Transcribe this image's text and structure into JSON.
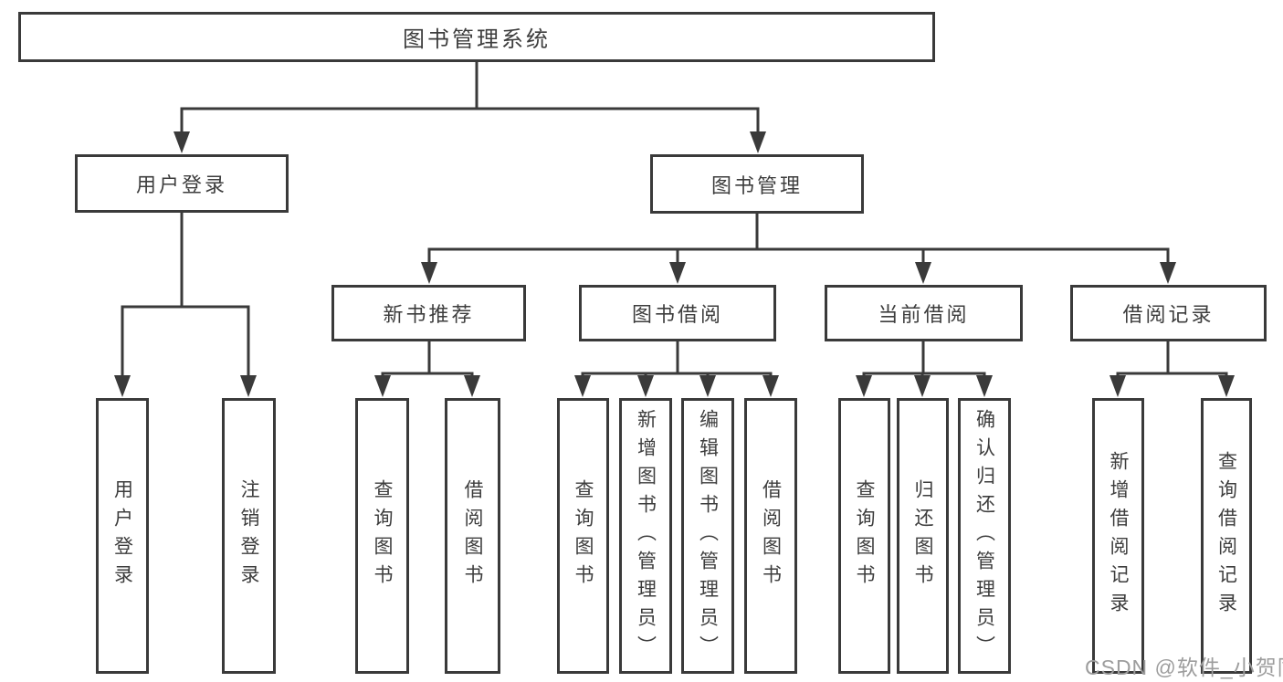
{
  "diagram": {
    "root": {
      "label": "图书管理系统"
    },
    "level2": [
      {
        "id": "user-login",
        "label": "用户登录"
      },
      {
        "id": "book-management",
        "label": "图书管理"
      }
    ],
    "level3": [
      {
        "id": "new-book-recommend",
        "label": "新书推荐"
      },
      {
        "id": "book-borrowing",
        "label": "图书借阅"
      },
      {
        "id": "current-borrowing",
        "label": "当前借阅"
      },
      {
        "id": "borrowing-records",
        "label": "借阅记录"
      }
    ],
    "leaves": [
      {
        "parent": "user-login",
        "label": "用户登录"
      },
      {
        "parent": "user-login",
        "label": "注销登录"
      },
      {
        "parent": "new-book-recommend",
        "label": "查询图书"
      },
      {
        "parent": "new-book-recommend",
        "label": "借阅图书"
      },
      {
        "parent": "book-borrowing",
        "label": "查询图书"
      },
      {
        "parent": "book-borrowing",
        "label": "新增图书（管理员）"
      },
      {
        "parent": "book-borrowing",
        "label": "编辑图书（管理员）"
      },
      {
        "parent": "book-borrowing",
        "label": "借阅图书"
      },
      {
        "parent": "current-borrowing",
        "label": "查询图书"
      },
      {
        "parent": "current-borrowing",
        "label": "归还图书"
      },
      {
        "parent": "current-borrowing",
        "label": "确认归还（管理员）"
      },
      {
        "parent": "borrowing-records",
        "label": "新增借阅记录"
      },
      {
        "parent": "borrowing-records",
        "label": "查询借阅记录"
      }
    ],
    "watermark": "CSDN @软件_小贺同学",
    "colors": {
      "line": "#3a3a3a",
      "text": "#3d3d3d",
      "watermark": "#9d9d9d",
      "background": "#ffffff"
    }
  }
}
